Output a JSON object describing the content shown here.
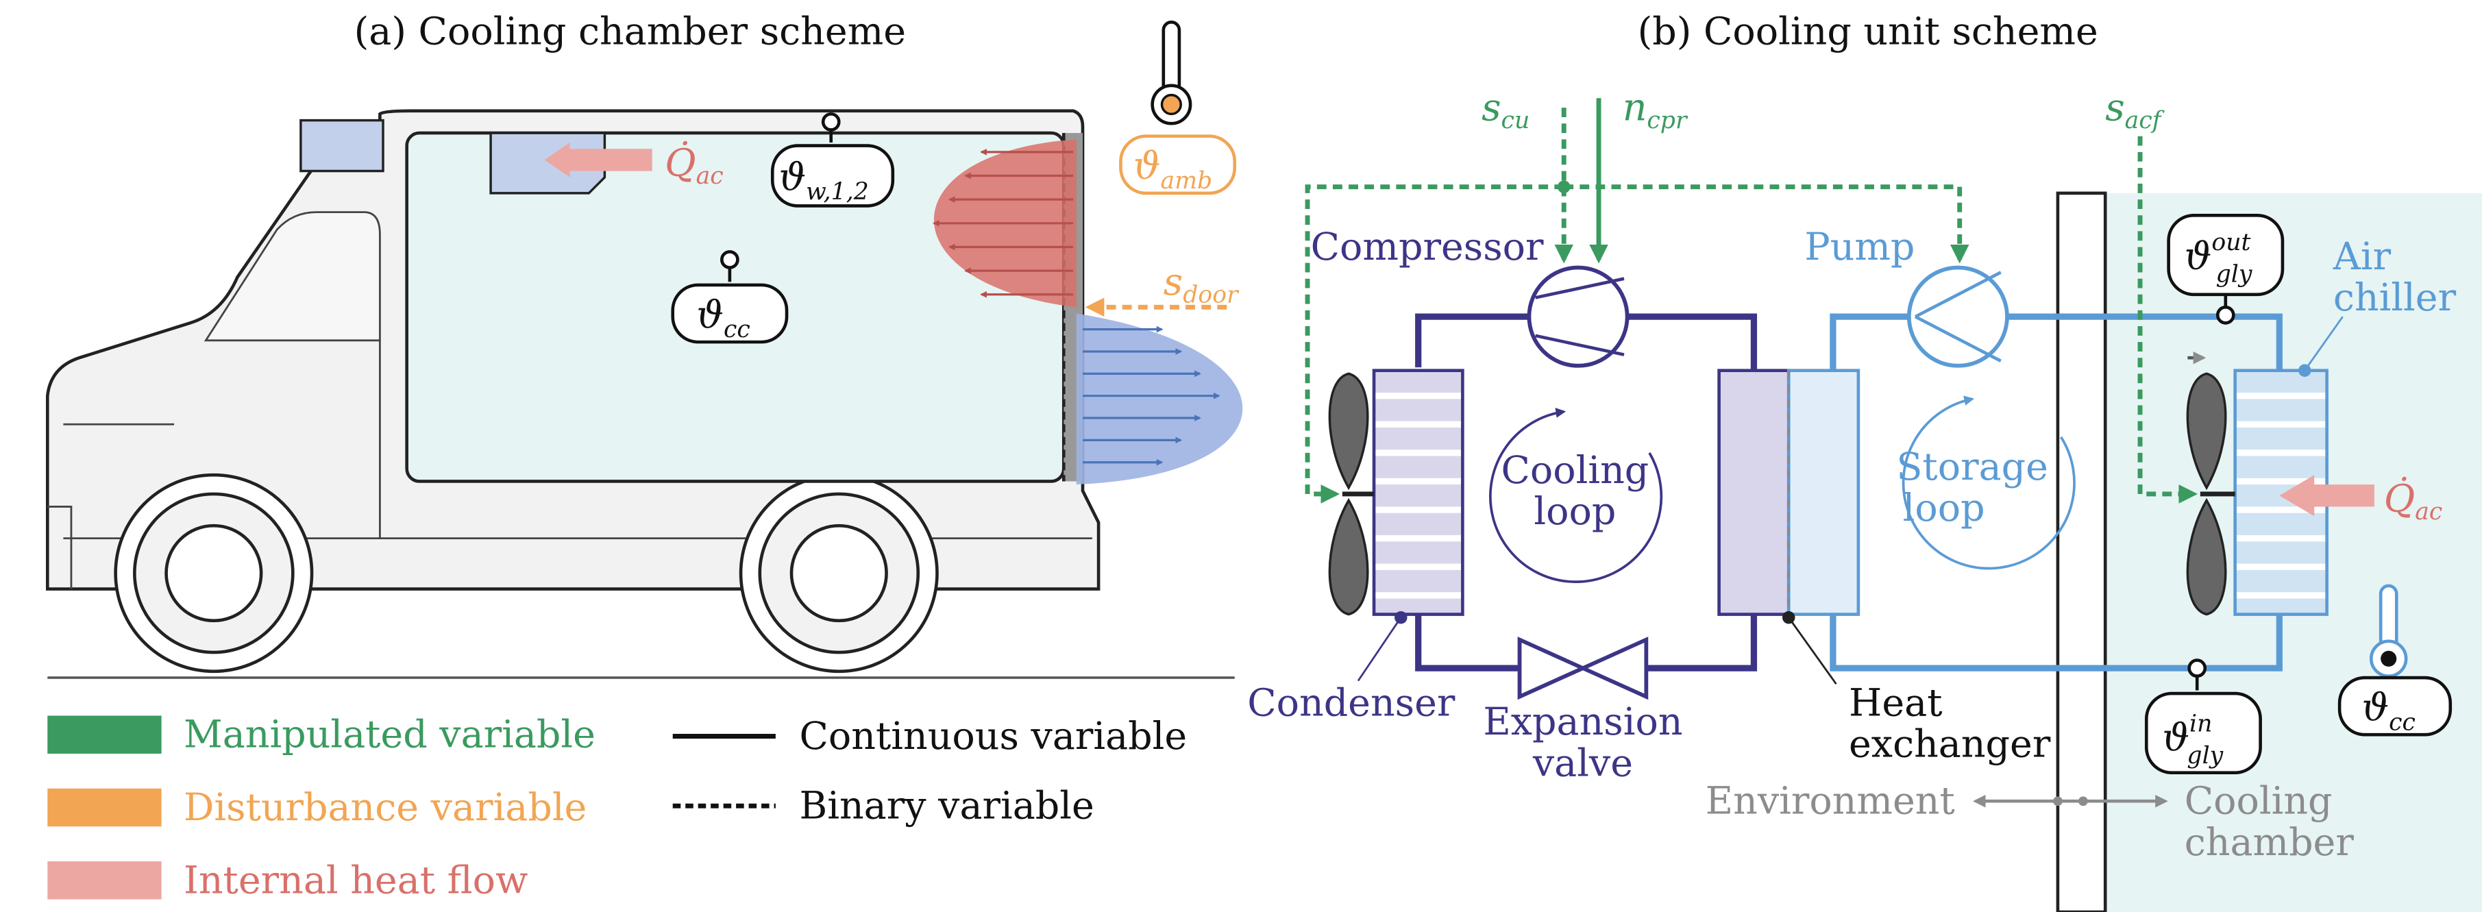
{
  "titles": {
    "a": "(a) Cooling chamber scheme",
    "b": "(b) Cooling unit scheme"
  },
  "sensors": {
    "wall_theta": "ϑ",
    "wall_sub": "w,1,2",
    "cc_theta": "ϑ",
    "cc_sub": "cc",
    "amb_theta": "ϑ",
    "amb_sub": "amb",
    "gly_out_theta": "ϑ",
    "gly_out_sup": "out",
    "gly_out_sub": "gly",
    "gly_in_theta": "ϑ",
    "gly_in_sup": "in",
    "gly_in_sub": "gly",
    "cc2_theta": "ϑ",
    "cc2_sub": "cc"
  },
  "signals": {
    "q_ac_a": "Q̇",
    "q_ac_a_sub": "ac",
    "s_door": "s",
    "s_door_sub": "door",
    "s_cu": "s",
    "s_cu_sub": "cu",
    "n_cpr": "n",
    "n_cpr_sub": "cpr",
    "s_acf": "s",
    "s_acf_sub": "acf",
    "q_ac_b": "Q̇",
    "q_ac_b_sub": "ac"
  },
  "components": {
    "compressor": "Compressor",
    "pump": "Pump",
    "air_chiller_1": "Air",
    "air_chiller_2": "chiller",
    "cooling_loop_1": "Cooling",
    "cooling_loop_2": "loop",
    "storage_loop_1": "Storage",
    "storage_loop_2": "loop",
    "condenser": "Condenser",
    "expansion_1": "Expansion",
    "expansion_2": "valve",
    "hx_1": "Heat",
    "hx_2": "exchanger",
    "environment": "Environment",
    "chamber_1": "Cooling",
    "chamber_2": "chamber"
  },
  "legend": {
    "manipulated": "Manipulated variable",
    "disturbance": "Disturbance variable",
    "internal_heat": "Internal heat flow",
    "continuous": "Continuous variable",
    "binary": "Binary variable"
  },
  "colors": {
    "green": "#3a9a5f",
    "orange": "#f2a553",
    "red": "#d9706a",
    "salmon": "#eca7a2",
    "dark_blue": "#3c3586",
    "light_blue": "#5b9bd5",
    "chamber_fill": "#e6f4f4",
    "gray": "#8c8c8c"
  }
}
